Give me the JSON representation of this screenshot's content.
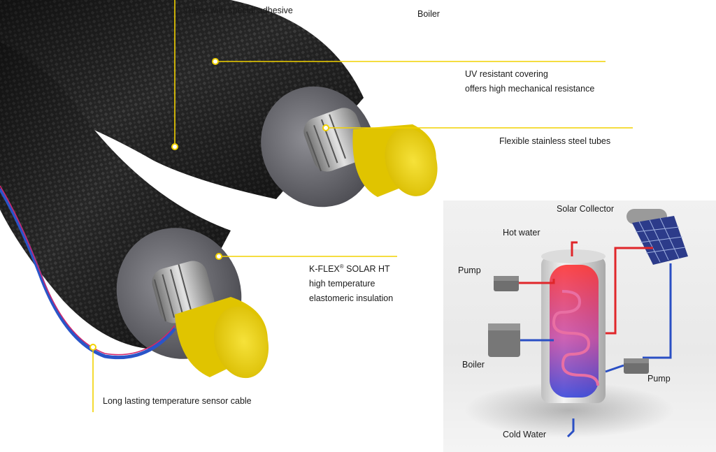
{
  "callouts": {
    "tubes_adhesive": "Tubes with special adhesive",
    "boiler_top": "Boiler",
    "uv_line1": "UV resistant covering",
    "uv_line2": "offers high mechanical resistance",
    "steel_tubes": "Flexible stainless steel tubes",
    "kflex_brand": "K-FLEX",
    "kflex_reg": "®",
    "kflex_rest": " SOLAR HT",
    "kflex_line2": "high temperature",
    "kflex_line3": "elastomeric insulation",
    "sensor_cable": "Long lasting temperature sensor cable"
  },
  "inset": {
    "solar_collector": "Solar Collector",
    "hot_water": "Hot water",
    "pump_left": "Pump",
    "boiler": "Boiler",
    "pump_right": "Pump",
    "cold_water": "Cold Water"
  },
  "colors": {
    "callout_line": "#f2d200",
    "callout_dot": "#f2d200",
    "cap_yellow": "#f4dc1e",
    "hot_pipe": "#e0262a",
    "cold_pipe": "#2a4fc4"
  }
}
